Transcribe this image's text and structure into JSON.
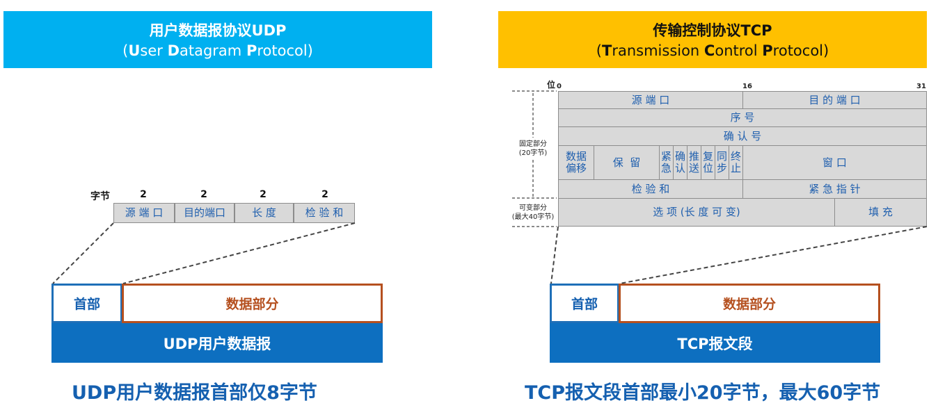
{
  "udp": {
    "banner_title": "用户数据报协议UDP",
    "banner_subtitle_parts": [
      {
        "text": "(",
        "bold": false
      },
      {
        "text": "U",
        "bold": true
      },
      {
        "text": "ser ",
        "bold": false
      },
      {
        "text": "D",
        "bold": true
      },
      {
        "text": "atagram ",
        "bold": false
      },
      {
        "text": "P",
        "bold": true
      },
      {
        "text": "rotocol)",
        "bold": false
      }
    ],
    "bytes_label": "字节",
    "byte_counts": [
      "2",
      "2",
      "2",
      "2"
    ],
    "fields": [
      "源 端 口",
      "目的端口",
      "长 度",
      "检 验 和"
    ],
    "header_label": "首部",
    "data_label": "数据部分",
    "bar_label": "UDP用户数据报",
    "caption": "UDP用户数据报首部仅8字节"
  },
  "tcp": {
    "banner_title": "传输控制协议TCP",
    "banner_subtitle_parts": [
      {
        "text": "(",
        "bold": false
      },
      {
        "text": "T",
        "bold": true
      },
      {
        "text": "ransmission ",
        "bold": false
      },
      {
        "text": "C",
        "bold": true
      },
      {
        "text": "ontrol ",
        "bold": false
      },
      {
        "text": "P",
        "bold": true
      },
      {
        "text": "rotocol)",
        "bold": false
      }
    ],
    "bit_label": "位",
    "bit_ticks": [
      "0",
      "16",
      "31"
    ],
    "fixed_part_label": "固定部分",
    "fixed_part_size": "(20字节)",
    "variable_part_label": "可变部分",
    "variable_part_size": "(最大40字节)",
    "src_port": "源 端 口",
    "dst_port": "目 的 端 口",
    "seq": "序 号",
    "ack": "确 认 号",
    "data_offset": "数据\n偏移",
    "reserved": "保  留",
    "flags": [
      "紧\n急",
      "确\n认",
      "推\n送",
      "复\n位",
      "同\n步",
      "终\n止"
    ],
    "window": "窗  口",
    "checksum": "检 验 和",
    "urgent": "紧 急 指 针",
    "options": "选  项 (长 度 可 变)",
    "padding": "填  充",
    "header_label": "首部",
    "data_label": "数据部分",
    "bar_label": "TCP报文段",
    "caption": "TCP报文段首部最小20字节，最大60字节"
  }
}
